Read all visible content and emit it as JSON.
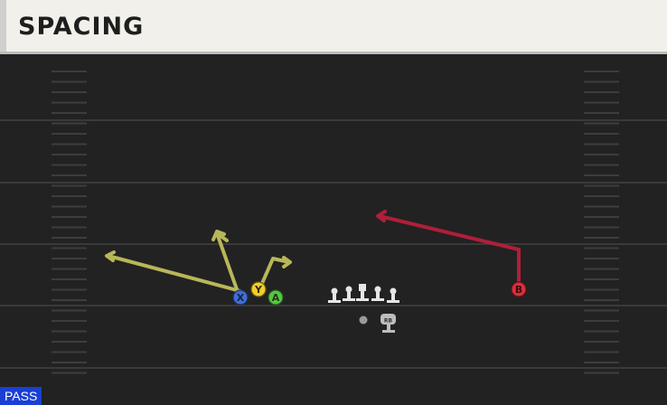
{
  "header": {
    "title": "SPACING"
  },
  "buttons": {
    "x": {
      "label": "X",
      "color": "#3d6fd8"
    },
    "y": {
      "label": "Y",
      "color": "#f3cd2b"
    },
    "a": {
      "label": "A",
      "color": "#58c545"
    },
    "b": {
      "label": "B",
      "color": "#d8313f"
    }
  },
  "routes": {
    "pass_route_color": "#b8b758",
    "b_route_color": "#b01e3a"
  },
  "backfield": {
    "rb_label": "RB"
  },
  "play_type": {
    "label": "PASS",
    "color": "#1a3fd6"
  }
}
